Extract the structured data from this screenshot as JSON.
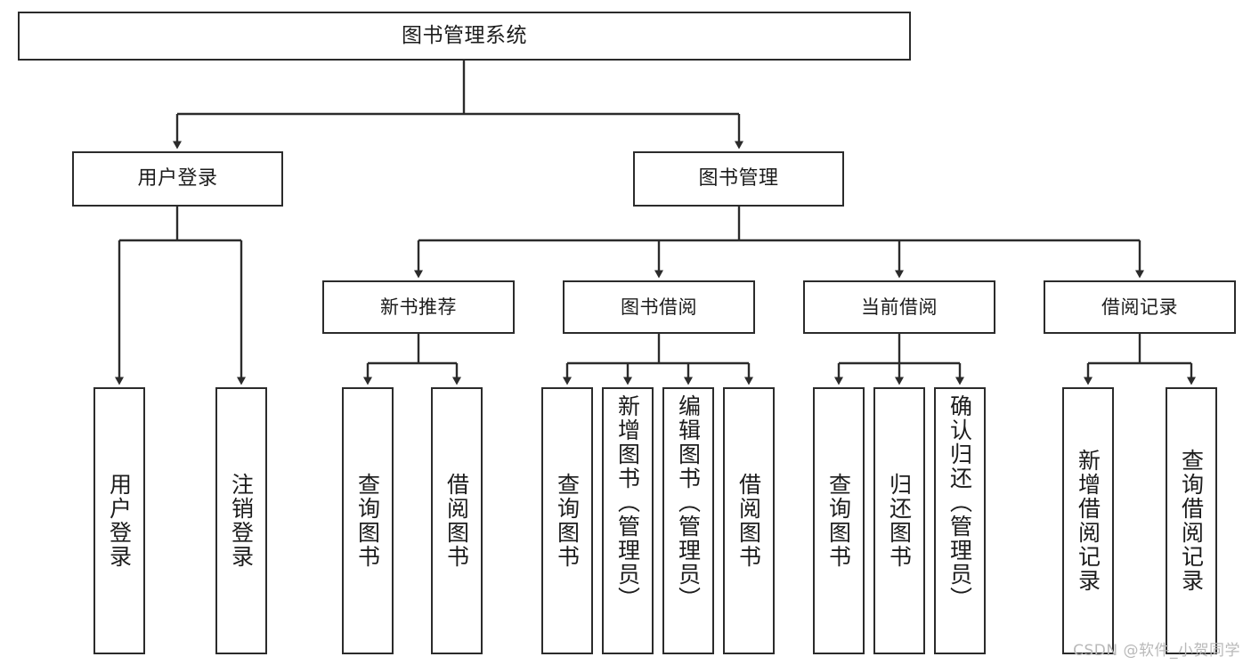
{
  "diagram": {
    "type": "tree-hierarchy",
    "title": "图书管理系统",
    "watermark": "CSDN @软件_小贺同学",
    "colors": {
      "box_border": "#2b2b2b",
      "box_fill": "#ffffff",
      "connector": "#2b2b2b",
      "text": "#1c1c1c",
      "watermark": "#b9b9b9",
      "background": "#ffffff"
    },
    "root": {
      "label": "图书管理系统"
    },
    "level2": [
      {
        "label": "用户登录"
      },
      {
        "label": "图书管理"
      }
    ],
    "level3": [
      {
        "label": "新书推荐"
      },
      {
        "label": "图书借阅"
      },
      {
        "label": "当前借阅"
      },
      {
        "label": "借阅记录"
      }
    ],
    "leaves": {
      "user_login": [
        {
          "label": "用户登录"
        },
        {
          "label": "注销登录"
        }
      ],
      "new_book_recommend": [
        {
          "label": "查询图书"
        },
        {
          "label": "借阅图书"
        }
      ],
      "book_borrow": [
        {
          "label": "查询图书"
        },
        {
          "label": "新增图书（管理员）"
        },
        {
          "label": "编辑图书（管理员）"
        },
        {
          "label": "借阅图书"
        }
      ],
      "current_borrow": [
        {
          "label": "查询图书"
        },
        {
          "label": "归还图书"
        },
        {
          "label": "确认归还（管理员）"
        }
      ],
      "borrow_record": [
        {
          "label": "新增借阅记录"
        },
        {
          "label": "查询借阅记录"
        }
      ]
    }
  }
}
